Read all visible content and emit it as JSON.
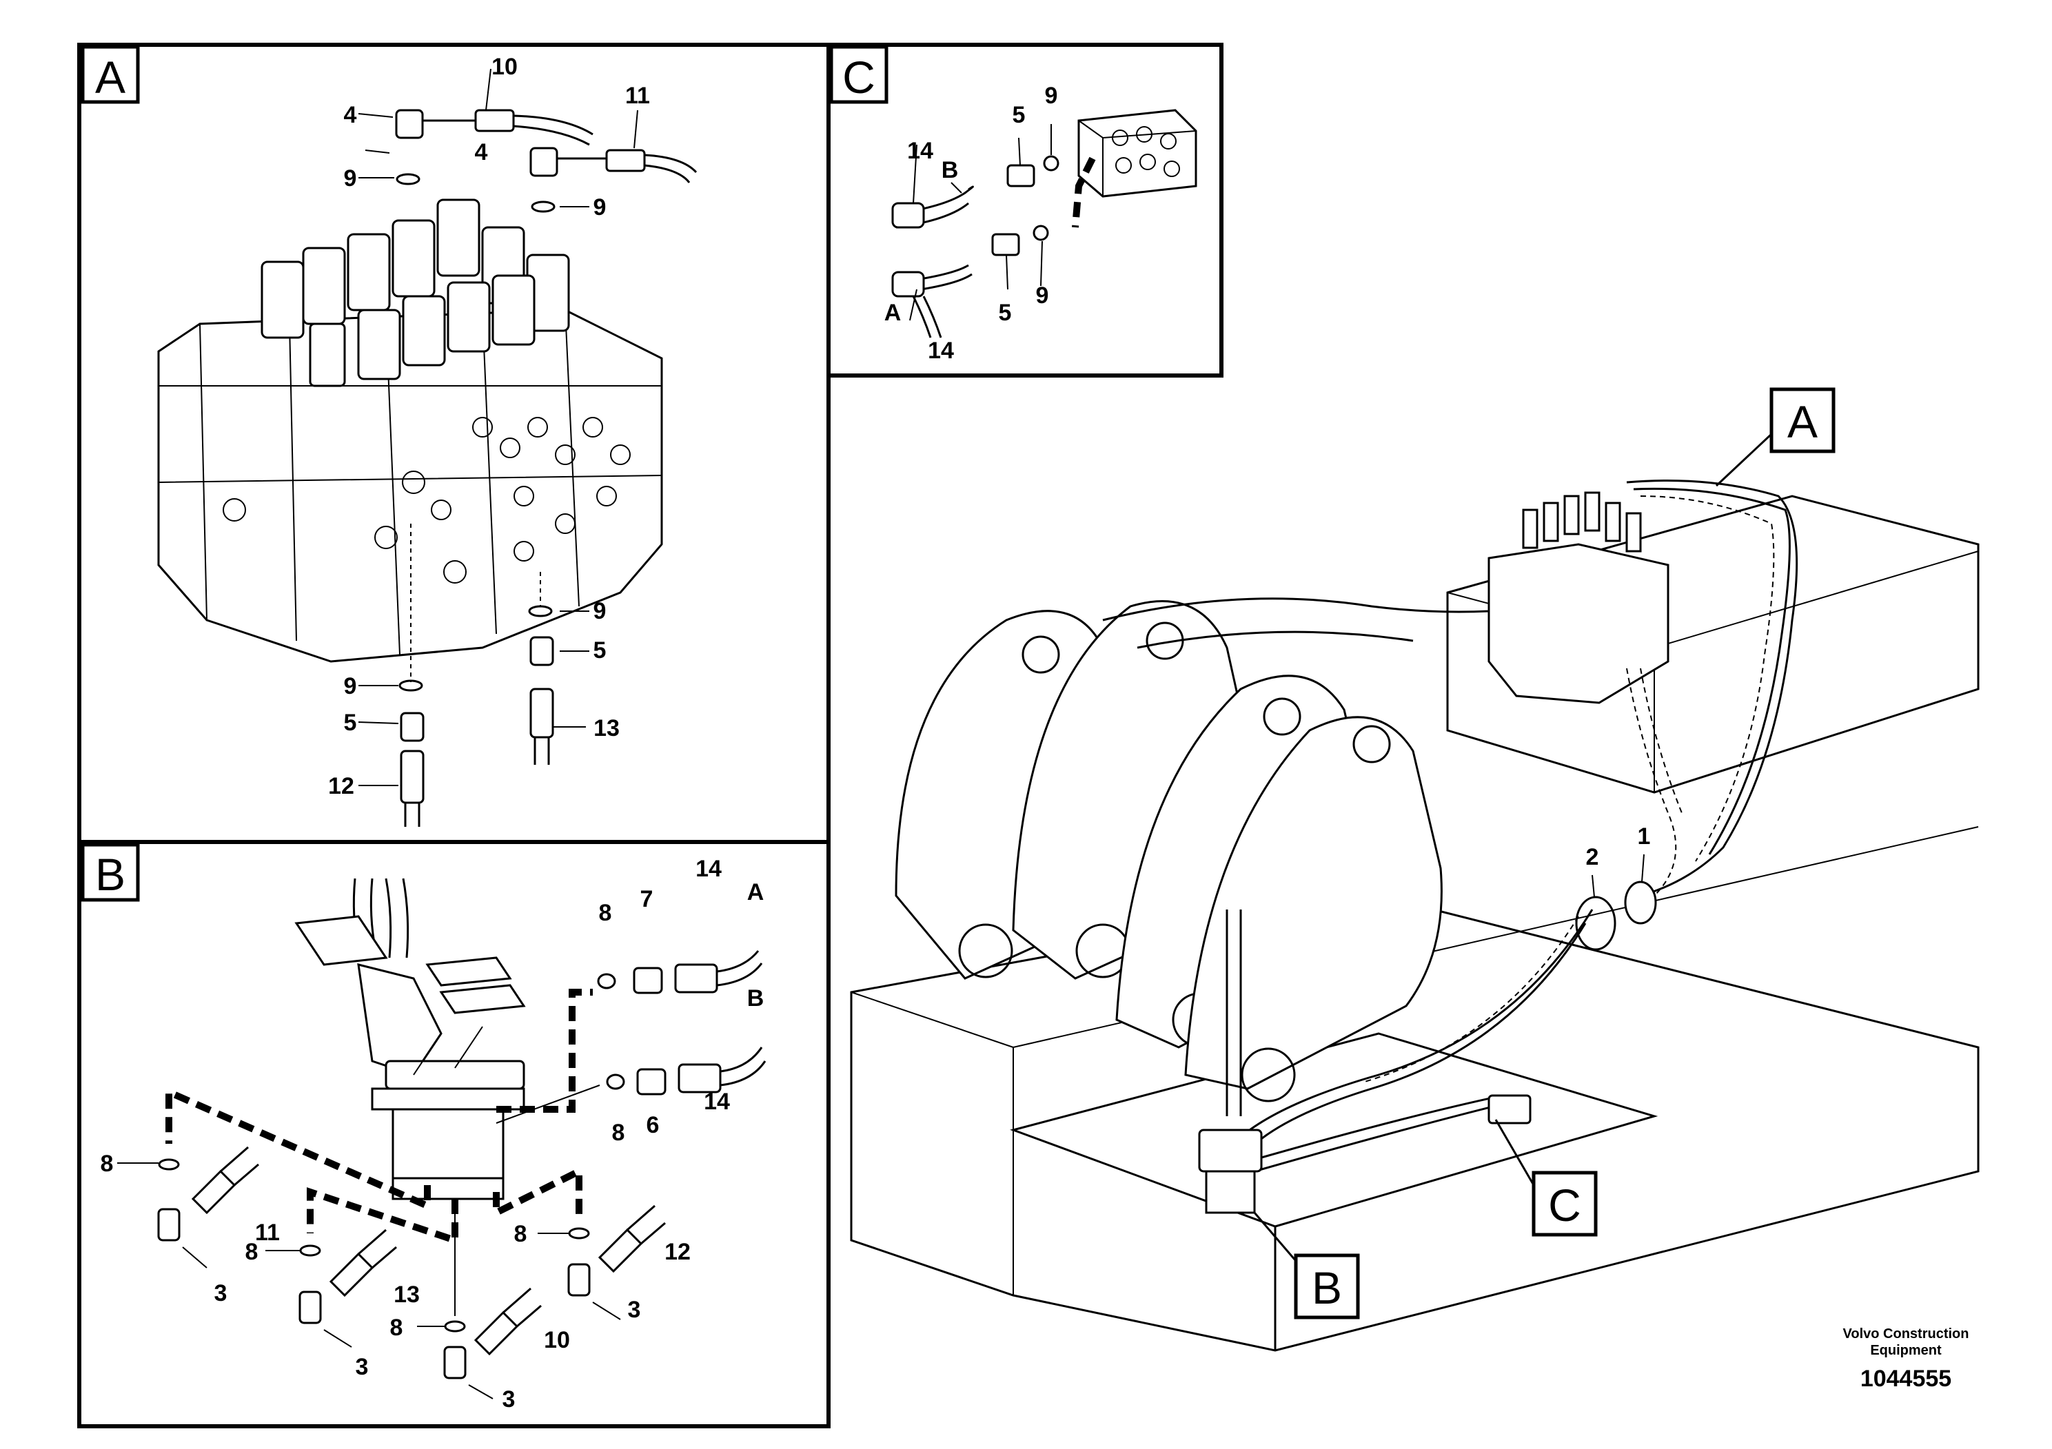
{
  "panels": {
    "A": {
      "label": "A",
      "callouts": [
        "10",
        "4",
        "11",
        "4",
        "9",
        "9",
        "9",
        "5",
        "9",
        "5",
        "13",
        "12"
      ]
    },
    "B": {
      "label": "B",
      "callouts": [
        "14",
        "A",
        "8",
        "7",
        "B",
        "8",
        "6",
        "14",
        "8",
        "11",
        "8",
        "13",
        "3",
        "12",
        "8",
        "3",
        "8",
        "10",
        "3",
        "3"
      ]
    },
    "C": {
      "label": "C",
      "callouts": [
        "5",
        "9",
        "14",
        "B",
        "A",
        "5",
        "9",
        "14"
      ]
    }
  },
  "main": {
    "callout_A": "A",
    "callout_B": "B",
    "callout_C": "C",
    "item_1": "1",
    "item_2": "2"
  },
  "footer": {
    "company_line1": "Volvo Construction",
    "company_line2": "Equipment",
    "part_number": "1044555"
  }
}
